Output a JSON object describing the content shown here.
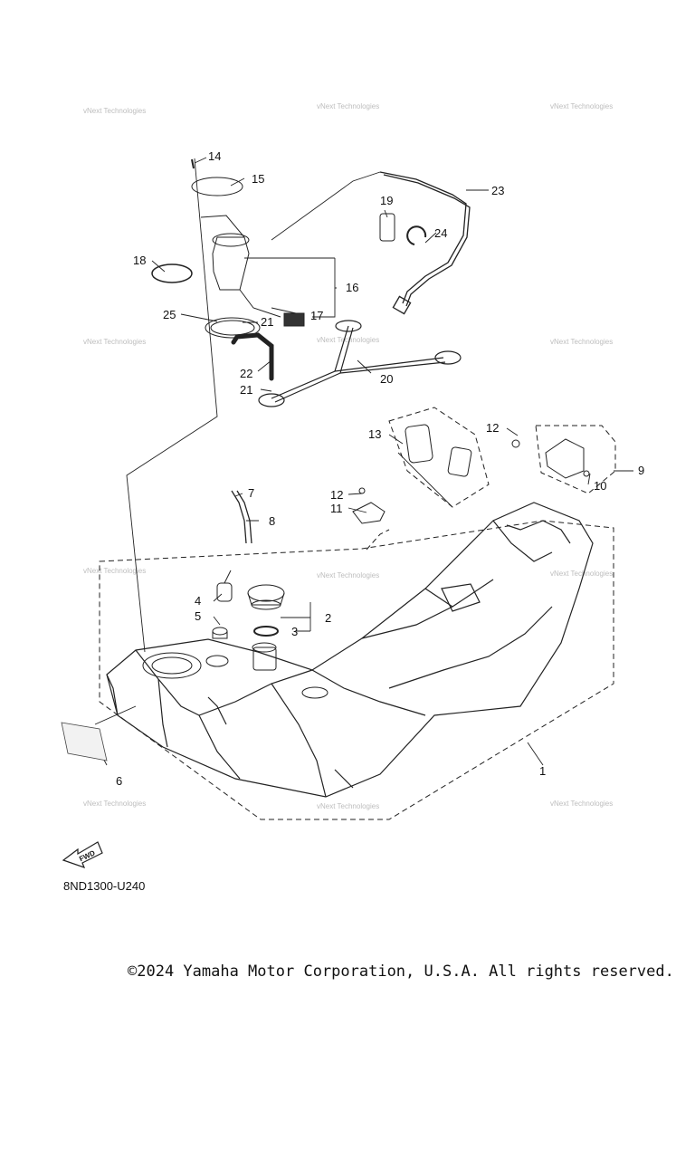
{
  "watermark": "vNext Technologies",
  "callouts": [
    "1",
    "2",
    "3",
    "4",
    "5",
    "6",
    "7",
    "8",
    "9",
    "10",
    "11",
    "12",
    "12",
    "13",
    "14",
    "15",
    "16",
    "17",
    "18",
    "19",
    "20",
    "21",
    "21",
    "22",
    "23",
    "24",
    "25"
  ],
  "direction_badge": "FWD",
  "part_code": "8ND1300-U240",
  "copyright": "©2024 Yamaha Motor Corporation, U.S.A. All rights reserved."
}
